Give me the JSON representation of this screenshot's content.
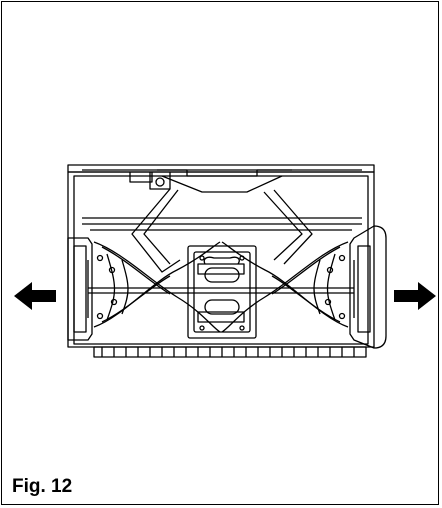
{
  "figure": {
    "caption": "Fig. 12",
    "subject": "auger-housing-front-view",
    "arrows": [
      "left",
      "right"
    ],
    "colors": {
      "line": "#000000",
      "background": "#ffffff"
    }
  }
}
